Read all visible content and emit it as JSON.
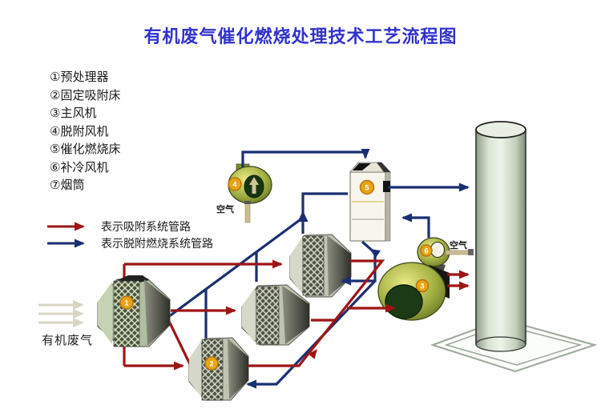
{
  "title": "有机废气催化燃烧处理技术工艺流程图",
  "equipment_list": [
    "①预处理器",
    "②固定吸附床",
    "③主风机",
    "④脱附风机",
    "⑤催化燃烧床",
    "⑥补冷风机",
    "⑦烟筒"
  ],
  "legend": {
    "adsorption_label": "表示吸附系统管路",
    "desorption_label": "表示脱附燃烧系统管路"
  },
  "labels": {
    "air_fan4": "空气",
    "air_fan6": "空气",
    "waste_gas": "有机废气"
  },
  "badges": {
    "pretreater": "1",
    "adsorber": "2",
    "main_fan": "3",
    "desorption_fan": "4",
    "catalytic_bed": "5",
    "cooling_fan": "6"
  },
  "colors": {
    "title_blue": "#3232cc",
    "adsorption_pipe_red": "#9e1515",
    "desorption_pipe_navy": "#1b2f72",
    "badge_orange": "#e8a418"
  }
}
